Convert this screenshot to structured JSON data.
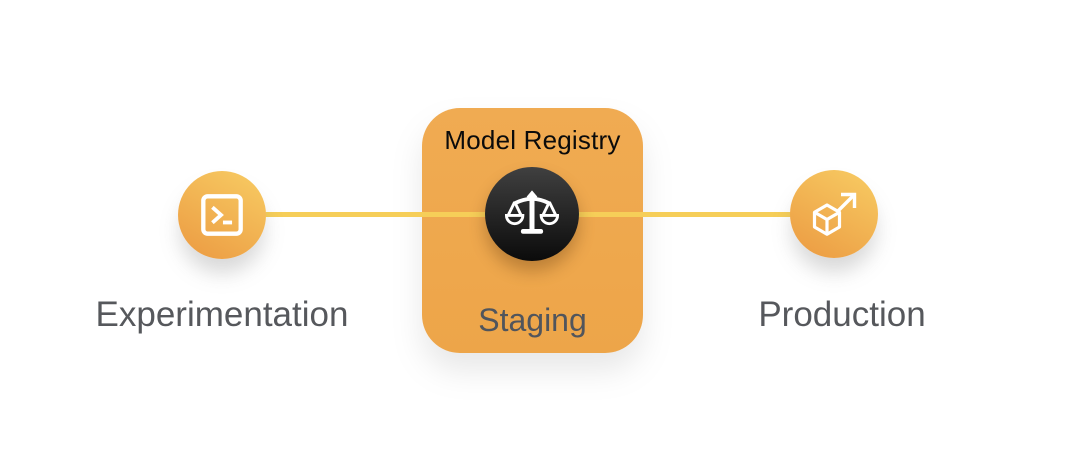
{
  "diagram": {
    "nodes": {
      "experimentation": {
        "label": "Experimentation",
        "icon": "terminal-icon"
      },
      "registry": {
        "title": "Model Registry",
        "stage_label": "Staging",
        "icon": "balance-scale-icon"
      },
      "production": {
        "label": "Production",
        "icon": "deploy-cube-icon"
      }
    },
    "flow": [
      "Experimentation",
      "Model Registry (Staging)",
      "Production"
    ]
  },
  "colors": {
    "bg": "#ffffff",
    "connector": "#f6ce58",
    "circle-light": "#f7ca62",
    "circle-dark": "#ec9c43",
    "card-light": "#f0ab52",
    "card-dark": "#eda549",
    "badge-light": "#404040",
    "badge-dark": "#0b0b0b",
    "title-color": "#0b0b0b",
    "stage-color": "#51555c",
    "label-color": "#56585c"
  }
}
